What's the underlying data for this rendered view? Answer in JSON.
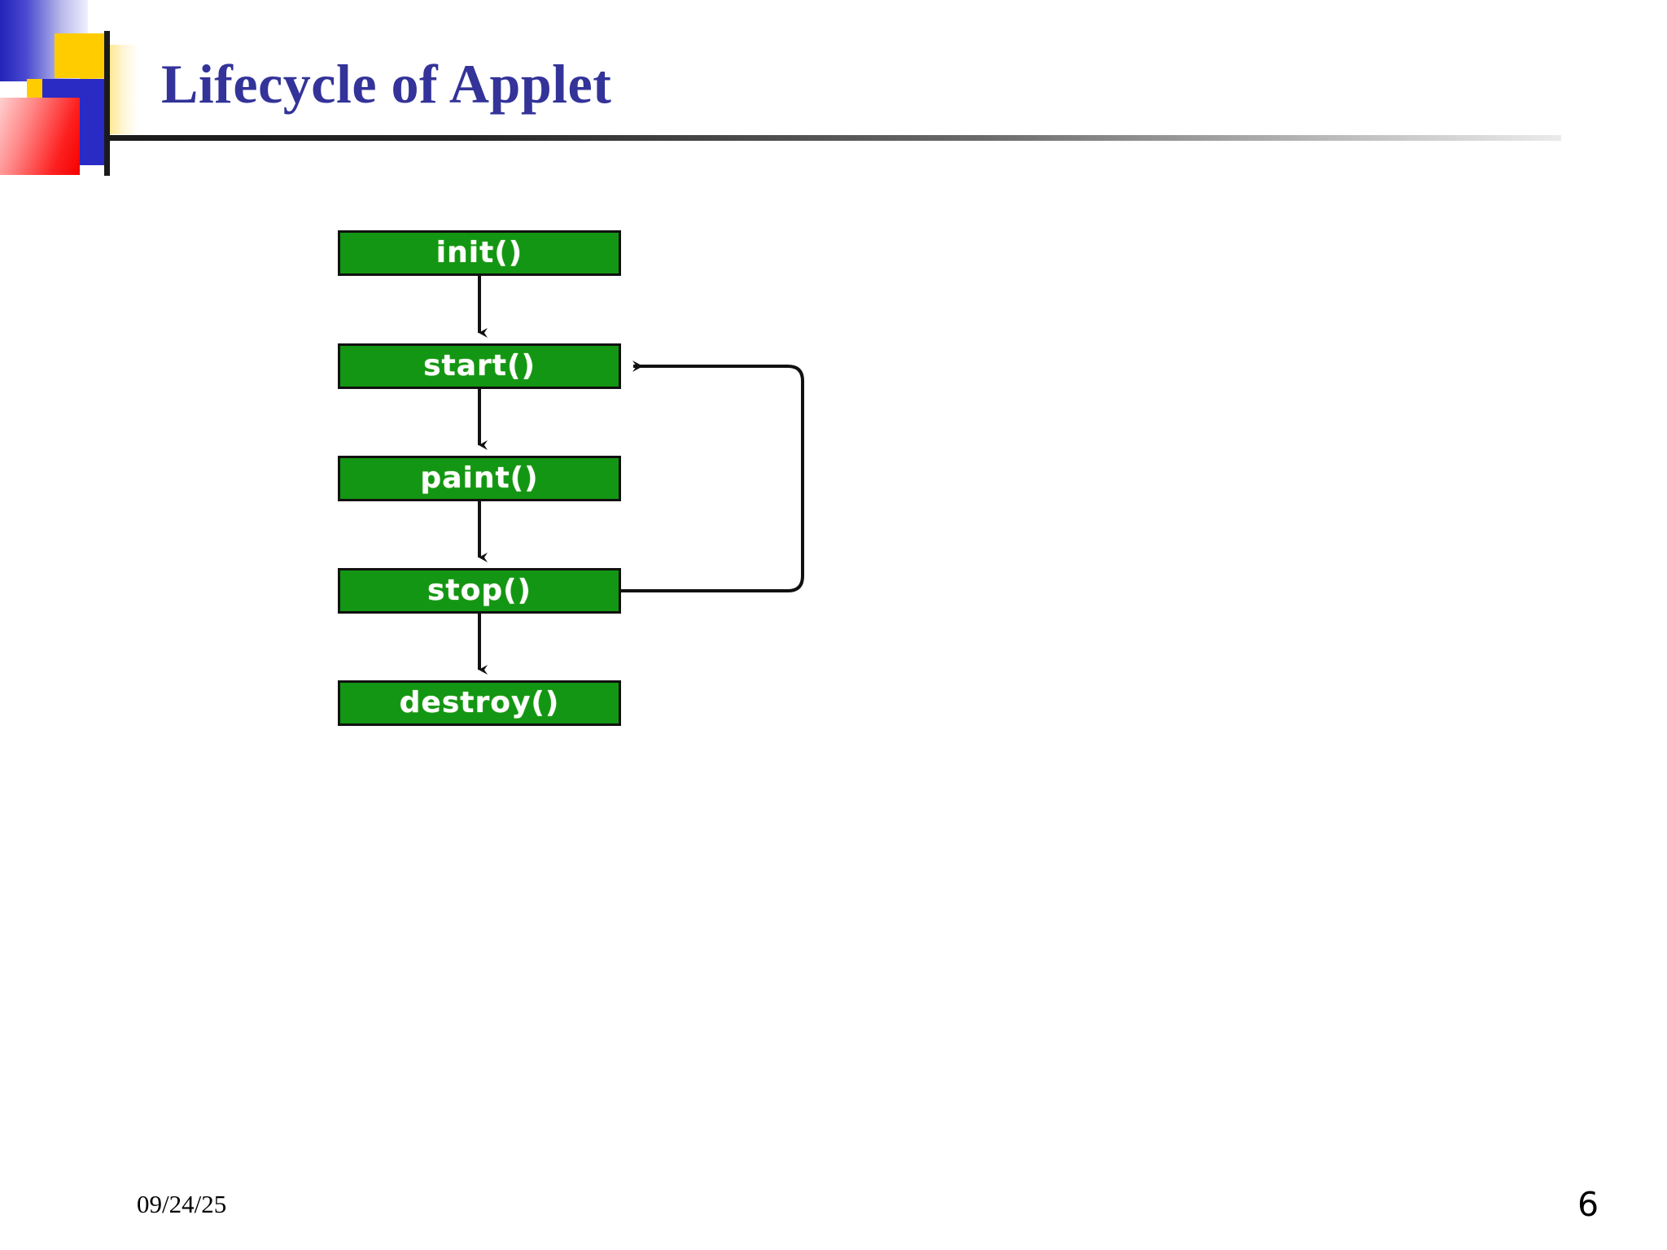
{
  "slide": {
    "title": "Lifecycle of Applet",
    "title_color": "#333399",
    "background_color": "#ffffff"
  },
  "decoration": {
    "blue_gradient_color": "#2323b8",
    "yellow_color": "#ffcc00",
    "blue_color": "#2a2ac4",
    "red_color": "#fd2020",
    "rule_color": "#1a1a1a"
  },
  "diagram": {
    "type": "flowchart",
    "node_fill": "#139613",
    "node_border": "#111111",
    "node_text_color": "#ffffff",
    "nodes": [
      {
        "id": "init",
        "label": "init()"
      },
      {
        "id": "start",
        "label": "start()"
      },
      {
        "id": "paint",
        "label": "paint()"
      },
      {
        "id": "stop",
        "label": "stop()"
      },
      {
        "id": "destroy",
        "label": "destroy()"
      }
    ],
    "edges": [
      {
        "from": "init",
        "to": "start",
        "style": "straight-down",
        "arrow": true
      },
      {
        "from": "start",
        "to": "paint",
        "style": "straight-down",
        "arrow": true
      },
      {
        "from": "paint",
        "to": "stop",
        "style": "straight-down",
        "arrow": true
      },
      {
        "from": "stop",
        "to": "destroy",
        "style": "straight-down",
        "arrow": true
      },
      {
        "from": "stop",
        "to": "start",
        "style": "loop-right",
        "arrow": true
      }
    ]
  },
  "footer": {
    "date": "09/24/25",
    "page_number": "6"
  }
}
